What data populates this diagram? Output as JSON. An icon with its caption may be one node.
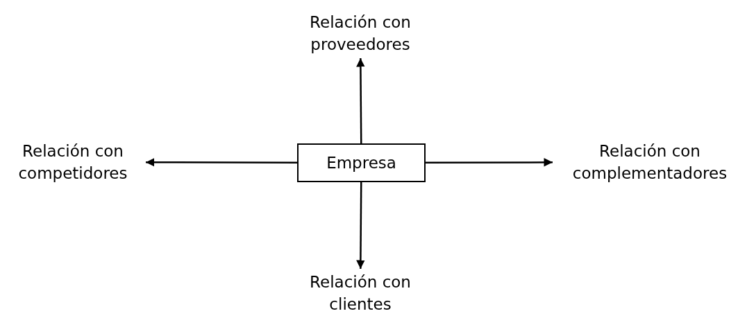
{
  "diagram": {
    "nodes": [
      {
        "text": [
          "Empresa"
        ]
      },
      {
        "text": [
          "Relación con proveedores"
        ]
      },
      {
        "text": [
          "Relación con competidores"
        ]
      },
      {
        "text": [
          "Relación con complementadores"
        ]
      },
      {
        "text": [
          "Relación con clientes"
        ]
      }
    ],
    "edges": [
      {
        "from": 0,
        "to": 1,
        "arrow": "to"
      },
      {
        "from": 0,
        "to": 2,
        "arrow": "to"
      },
      {
        "from": 0,
        "to": 3,
        "arrow": "to"
      },
      {
        "from": 0,
        "to": 4,
        "arrow": "to"
      }
    ]
  }
}
